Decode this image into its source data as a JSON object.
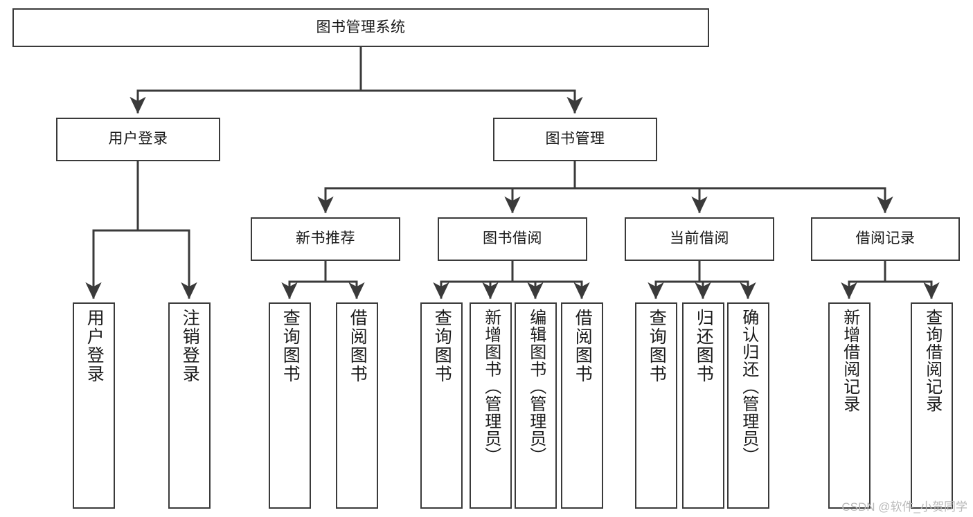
{
  "diagram": {
    "type": "tree-hierarchy-chart",
    "title": "图书管理系统",
    "watermark": "CSDN @软件_小贺同学",
    "colors": {
      "stroke": "#3a3a3a",
      "fill": "#ffffff",
      "text": "#1a1a1a",
      "watermark": "#b9b9b9"
    },
    "nodes": {
      "root": {
        "label": "图书管理系统"
      },
      "level1": [
        {
          "label": "用户登录"
        },
        {
          "label": "图书管理"
        }
      ],
      "level2": [
        {
          "label": "新书推荐"
        },
        {
          "label": "图书借阅"
        },
        {
          "label": "当前借阅"
        },
        {
          "label": "借阅记录"
        }
      ],
      "leaves": {
        "user_login": [
          {
            "label": "用户登录"
          },
          {
            "label": "注销登录"
          }
        ],
        "new_book_recommend": [
          {
            "label": "查询图书"
          },
          {
            "label": "借阅图书"
          }
        ],
        "book_borrow": [
          {
            "label": "查询图书"
          },
          {
            "label": "新增图书（管理员）"
          },
          {
            "label": "编辑图书（管理员）"
          },
          {
            "label": "借阅图书"
          }
        ],
        "current_borrow": [
          {
            "label": "查询图书"
          },
          {
            "label": "归还图书"
          },
          {
            "label": "确认归还（管理员）"
          }
        ],
        "borrow_records": [
          {
            "label": "新增借阅记录"
          },
          {
            "label": "查询借阅记录"
          }
        ]
      }
    }
  }
}
